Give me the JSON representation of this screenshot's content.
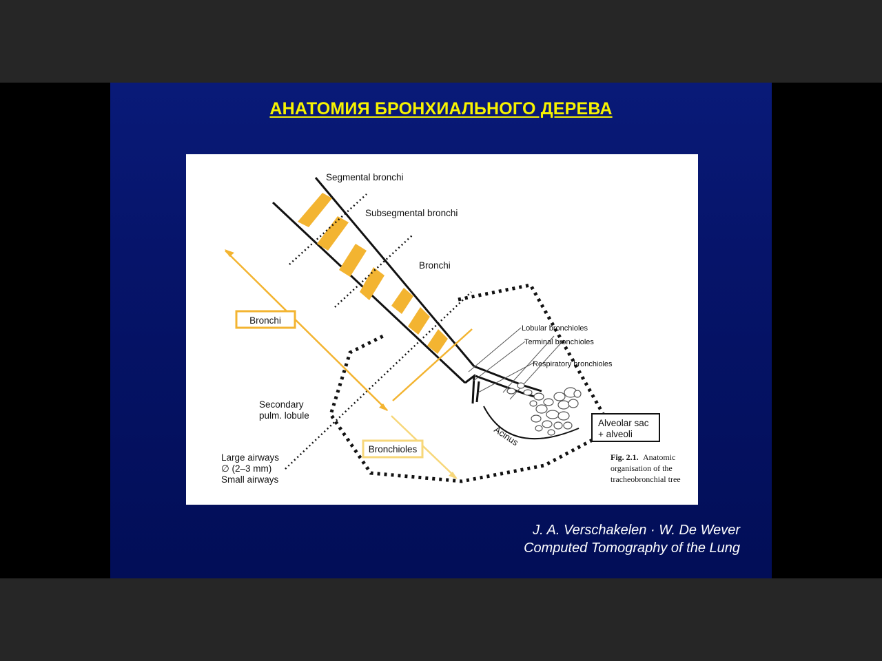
{
  "slide": {
    "title": "АНАТОМИЯ БРОНХИАЛЬНОГО ДЕРЕВА",
    "caption_line1": "J. A. Verschakelen · W. De Wever",
    "caption_line2": "Computed Tomography of the Lung"
  },
  "diagram": {
    "labels": {
      "segmental_bronchi": "Segmental bronchi",
      "subsegmental_bronchi": "Subsegmental bronchi",
      "bronchi_inner": "Bronchi",
      "bronchi_box": "Bronchi",
      "bronchioles_box": "Bronchioles",
      "secondary_lobule_1": "Secondary",
      "secondary_lobule_2": "pulm. lobule",
      "large_airways": "Large airways",
      "diameter": "∅ (2–3 mm)",
      "small_airways": "Small airways",
      "lobular_bronchioles": "Lobular bronchioles",
      "terminal_bronchioles": "Terminal bronchioles",
      "respiratory_bronchioles": "Respiratory bronchioles",
      "acinus": "Acinus",
      "alveolar_sac_1": "Alveolar sac",
      "alveolar_sac_2": "+ alveoli",
      "fig_label": "Fig. 2.1.",
      "fig_line1": "Anatomic",
      "fig_line2": "organisation of the",
      "fig_line3": "tracheobronchial tree"
    },
    "colors": {
      "bronchi_accent": "#f3b431",
      "bronchioles_accent": "#f7d77a",
      "line": "#111111",
      "slide_background": "#06146a",
      "title": "#f7f300"
    }
  }
}
